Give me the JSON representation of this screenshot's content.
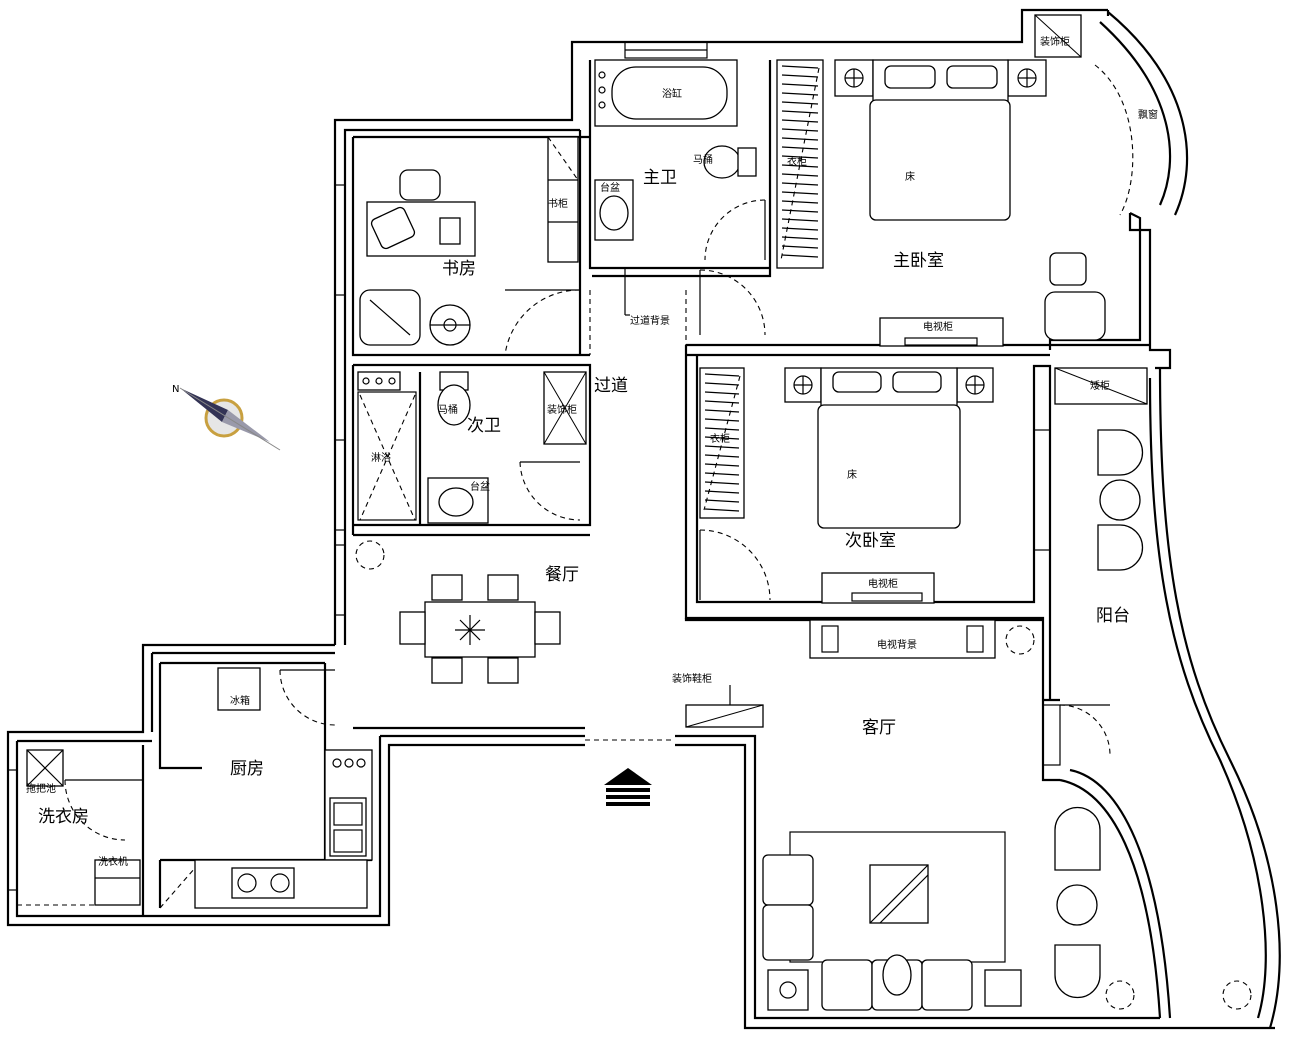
{
  "rooms": {
    "study": "书房",
    "master_bath": "主卫",
    "master_bedroom": "主卧室",
    "passage": "过道",
    "second_bath": "次卫",
    "second_bedroom": "次卧室",
    "dining": "餐厅",
    "balcony": "阳台",
    "kitchen": "厨房",
    "laundry": "洗衣房",
    "living": "客厅"
  },
  "fixtures": {
    "bookshelf": "书柜",
    "bathtub": "浴缸",
    "toilet_master": "马桶",
    "basin_master": "台盆",
    "wardrobe_master": "衣柜",
    "bed_master": "床",
    "decor_cabinet_top": "装饰柜",
    "bay_window": "飘窗",
    "tv_cabinet_master": "电视柜",
    "corridor_backdrop": "过道背景",
    "shower": "淋浴",
    "toilet_second": "马桶",
    "decor_cabinet_bath": "装饰柜",
    "basin_second": "台盆",
    "wardrobe_second": "衣柜",
    "bed_second": "床",
    "tv_cabinet_second": "电视柜",
    "balcony_cabinet": "矮柜",
    "tv_backdrop": "电视背景",
    "shoe_cabinet": "装饰鞋柜",
    "fridge": "冰箱",
    "mop_sink": "拖把池",
    "washer": "洗衣机"
  }
}
